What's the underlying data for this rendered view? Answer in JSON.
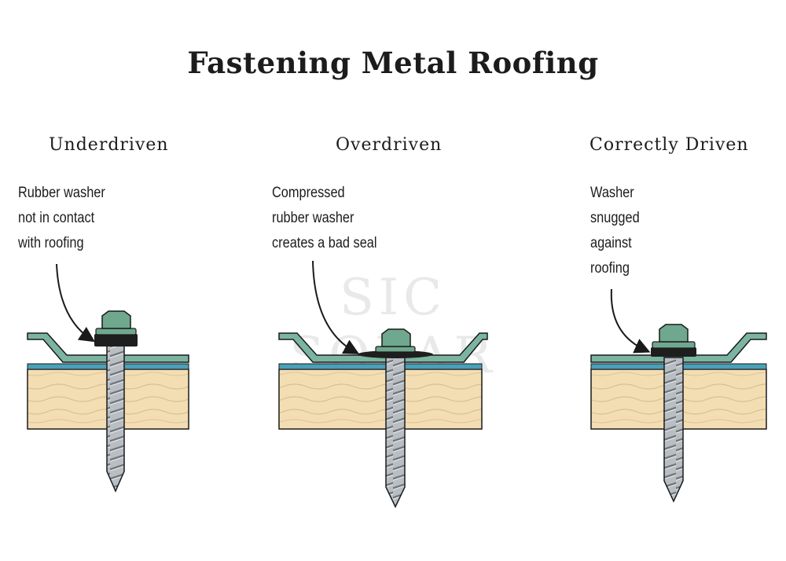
{
  "title": "Fastening Metal Roofing",
  "watermark": "SIC SOLAR",
  "panels": [
    {
      "heading": "Underdriven",
      "callout": [
        "Rubber washer",
        "not in contact",
        "with roofing"
      ]
    },
    {
      "heading": "Overdriven",
      "callout": [
        "Compressed",
        "rubber washer",
        "creates a bad seal"
      ]
    },
    {
      "heading": "Correctly Driven",
      "callout": [
        "Washer",
        "snugged",
        "against",
        "roofing"
      ]
    }
  ],
  "colors": {
    "roof_metal": "#7bb5a2",
    "screw_head": "#6fa88f",
    "underlayment": "#4aa0b8",
    "deck_wood": "#f3ddb2",
    "washer": "#1e1e1e",
    "screw_shank": "#b9bec3",
    "outline": "#1a1a1a"
  }
}
